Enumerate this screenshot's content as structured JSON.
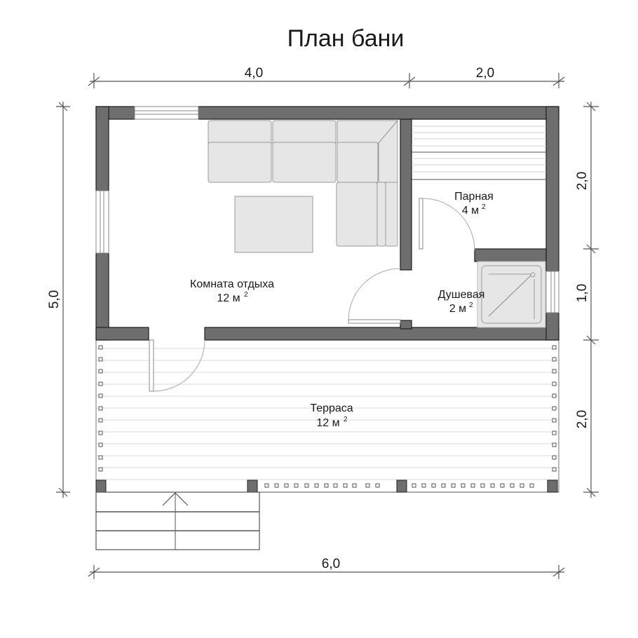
{
  "title": "План бани",
  "dimensions": {
    "top_left": "4,0",
    "top_right": "2,0",
    "left_total": "5,0",
    "right_top": "2,0",
    "right_mid": "1,0",
    "right_bottom": "2,0",
    "bottom_total": "6,0"
  },
  "rooms": [
    {
      "name": "Комната отдыха",
      "area": "12 м",
      "unit_sup": "2"
    },
    {
      "name": "Парная",
      "area": "4 м",
      "unit_sup": "2"
    },
    {
      "name": "Душевая",
      "area": "2 м",
      "unit_sup": "2"
    },
    {
      "name": "Терраса",
      "area": "12 м",
      "unit_sup": "2"
    }
  ],
  "colors": {
    "wall": "#6e6e6e",
    "wall_outline": "#1e1e1e",
    "furniture": "#e6e6e6",
    "furniture_outline": "#9a9a9a",
    "line": "#555555"
  }
}
